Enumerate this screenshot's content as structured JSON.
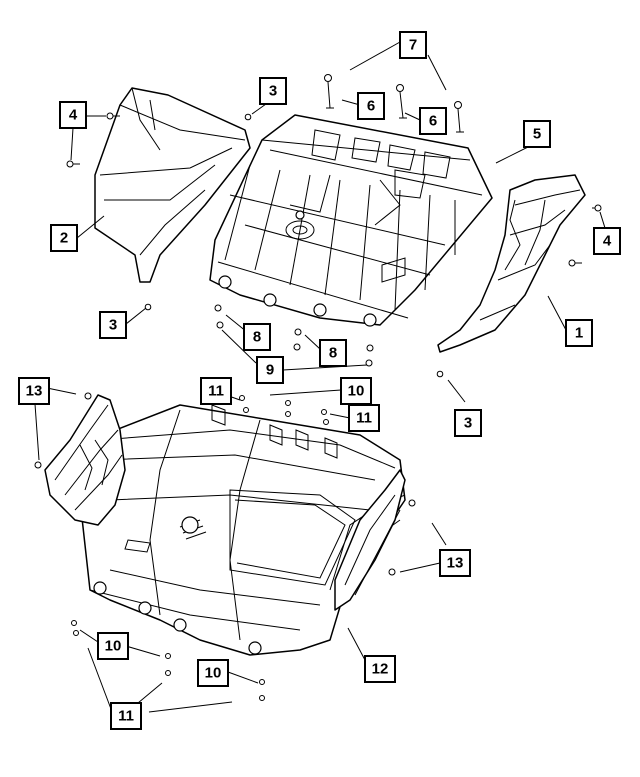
{
  "callouts": {
    "c1": "1",
    "c2": "2",
    "c3a": "3",
    "c3b": "3",
    "c3c": "3",
    "c4a": "4",
    "c4b": "4",
    "c5": "5",
    "c6a": "6",
    "c6b": "6",
    "c7": "7",
    "c8a": "8",
    "c8b": "8",
    "c9": "9",
    "c10a": "10",
    "c10b": "10",
    "c10c": "10",
    "c11a": "11",
    "c11b": "11",
    "c11c": "11",
    "c12": "12",
    "c13a": "13",
    "c13b": "13"
  }
}
